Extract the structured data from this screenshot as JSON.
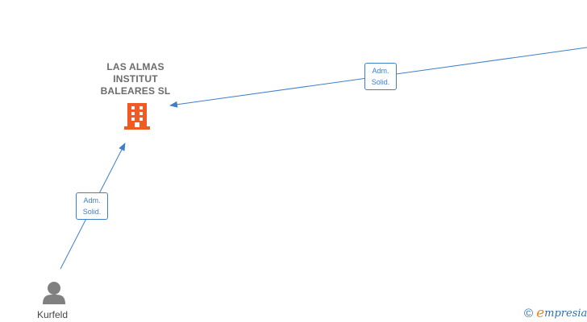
{
  "company": {
    "name_lines": [
      "LAS ALMAS",
      "INSTITUT",
      "BALEARES  SL"
    ],
    "icon": "building-icon",
    "icon_color": "#f05a24"
  },
  "relations": [
    {
      "label_line1": "Adm.",
      "label_line2": "Solid."
    },
    {
      "label_line1": "Adm.",
      "label_line2": "Solid."
    }
  ],
  "person": {
    "name": "Kurfeld",
    "icon": "person-icon",
    "icon_color": "#808080"
  },
  "colors": {
    "edge": "#3d7fc9"
  },
  "brand": {
    "copyright": "©",
    "first_letter": "e",
    "rest": "mpresia"
  }
}
